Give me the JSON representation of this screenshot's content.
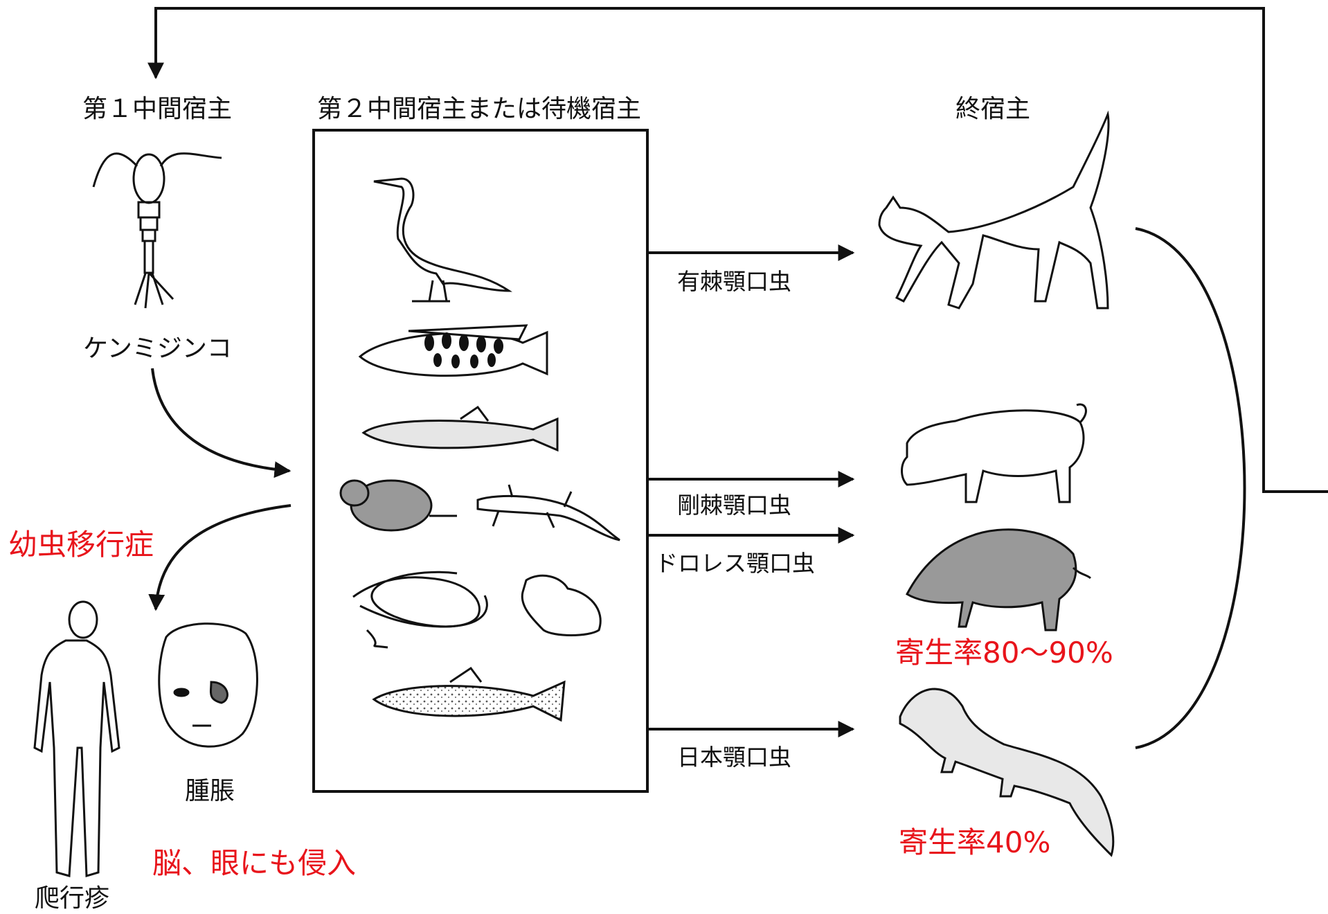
{
  "hosts": {
    "first_intermediate": "第１中間宿主",
    "second_intermediate": "第２中間宿主または待機宿主",
    "definitive": "終宿主"
  },
  "copepod_label": "ケンミジンコ",
  "species": {
    "spinigerum": "有棘顎口虫",
    "hispidum": "剛棘顎口虫",
    "doloresi": "ドロレス顎口虫",
    "nipponicum": "日本顎口虫"
  },
  "rates": {
    "boar": "寄生率80〜90%",
    "weasel": "寄生率40%"
  },
  "human": {
    "larva_migrans": "幼虫移行症",
    "swelling": "腫脹",
    "creeping": "爬行疹",
    "invasion": "脳、眼にも侵入"
  },
  "colors": {
    "line": "#111111",
    "emphasis": "#e8141b",
    "fill_gray": "#9a9a9a"
  }
}
